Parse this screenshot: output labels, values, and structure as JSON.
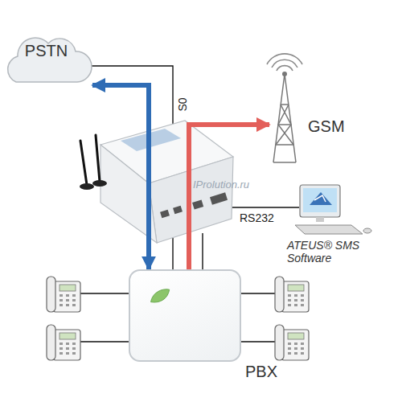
{
  "diagram": {
    "nodes": [
      {
        "text": [
          "PSTN"
        ]
      },
      {
        "text": [
          "GSM"
        ]
      },
      {
        "text": [
          "ATEUS® SMS Software"
        ]
      },
      {
        "text": [
          "PBX"
        ]
      }
    ],
    "edges": [
      {
        "from": 0,
        "to": 3,
        "arrow": "both"
      },
      {
        "from": 3,
        "to": 1,
        "arrow": "to"
      }
    ],
    "labels": [
      "S0",
      "RS232",
      "IProlution.ru"
    ]
  }
}
